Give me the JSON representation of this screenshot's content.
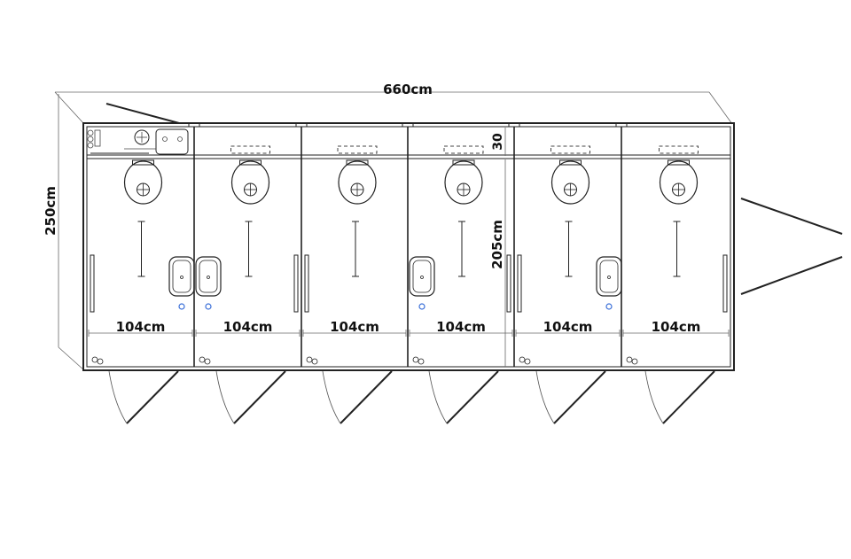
{
  "dimensions": {
    "overall_width": "660cm",
    "overall_depth": "250cm",
    "service_corridor": "30",
    "cabin_depth": "205cm"
  },
  "cabins": [
    {
      "width_label": "104cm",
      "washbasins": 1
    },
    {
      "width_label": "104cm",
      "washbasins": 1
    },
    {
      "width_label": "104cm",
      "washbasins": 0
    },
    {
      "width_label": "104cm",
      "washbasins": 1
    },
    {
      "width_label": "104cm",
      "washbasins": 1
    },
    {
      "width_label": "104cm",
      "washbasins": 0
    }
  ],
  "colors": {
    "line": "#222222",
    "tap": "#3a6fd8"
  }
}
